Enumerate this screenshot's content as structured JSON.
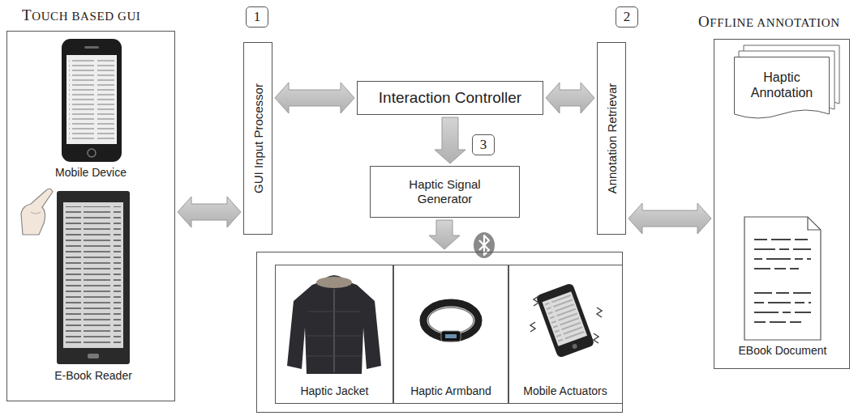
{
  "diagram": {
    "nodes": [
      {
        "text": [
          "TOUCH BASED GUI"
        ]
      },
      {
        "text": [
          "GUI Input Processor"
        ]
      },
      {
        "text": [
          "Interaction Controller"
        ]
      },
      {
        "text": [
          "Annotation Retrievar"
        ]
      },
      {
        "text": [
          "OFFLINE ANNOTATION"
        ]
      },
      {
        "text": [
          "Haptic Annotation"
        ],
        "in": 4
      },
      {
        "text": [
          "Haptic Signal Generator"
        ]
      },
      {
        "text": []
      },
      {
        "text": [
          "Haptic Jacket"
        ],
        "in": 7
      },
      {
        "text": [
          "Haptic Armband"
        ],
        "in": 7
      },
      {
        "text": [
          "Mobile Actuators"
        ],
        "in": 7
      }
    ],
    "edges": [
      {
        "from": 0,
        "to": 1,
        "arrow": "both"
      },
      {
        "from": 1,
        "to": 2,
        "arrow": "both"
      },
      {
        "from": 2,
        "to": 3,
        "arrow": "both"
      },
      {
        "from": 3,
        "to": 4,
        "arrow": "both"
      },
      {
        "from": 2,
        "to": 6,
        "arrow": "to"
      },
      {
        "from": 6,
        "to": 7,
        "arrow": "to"
      }
    ],
    "labels": [
      "1",
      "2",
      "3",
      "Mobile Device",
      "E-Book Reader",
      "EBook Document"
    ]
  }
}
